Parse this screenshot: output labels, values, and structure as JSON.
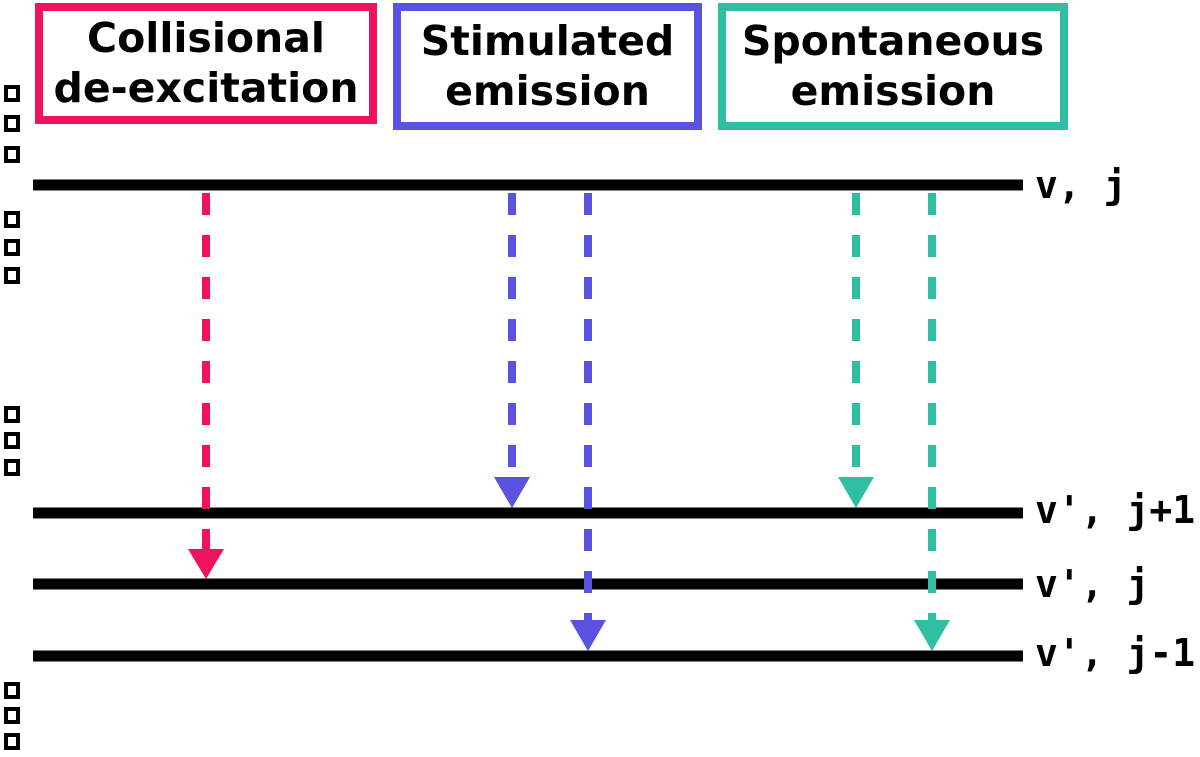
{
  "figure": {
    "type": "energy-level-transition-diagram",
    "process_boxes": [
      {
        "label": "Collisional\nde-excitation",
        "border_color": "#F2115E"
      },
      {
        "label": "Stimulated\nemission",
        "border_color": "#5A52E1"
      },
      {
        "label": "Spontaneous\nemission",
        "border_color": "#2EBFA2"
      }
    ],
    "levels": [
      {
        "label": "v, j",
        "role": "upper level"
      },
      {
        "label": "v', j+1",
        "role": "lower level"
      },
      {
        "label": "v', j",
        "role": "lower level"
      },
      {
        "label": "v', j-1",
        "role": "lower level"
      }
    ],
    "transitions": [
      {
        "process": "Collisional de-excitation",
        "from": "v, j",
        "to": "v', j",
        "color": "#F2115E",
        "style": "dashed-arrow"
      },
      {
        "process": "Stimulated emission",
        "from": "v, j",
        "to": "v', j+1",
        "color": "#5A52E1",
        "style": "dashed-arrow"
      },
      {
        "process": "Stimulated emission",
        "from": "v, j",
        "to": "v', j-1",
        "color": "#5A52E1",
        "style": "dashed-arrow"
      },
      {
        "process": "Spontaneous emission",
        "from": "v, j",
        "to": "v', j+1",
        "color": "#2EBFA2",
        "style": "dashed-arrow"
      },
      {
        "process": "Spontaneous emission",
        "from": "v, j",
        "to": "v', j-1",
        "color": "#2EBFA2",
        "style": "dashed-arrow"
      }
    ],
    "left_margin_glyph_squares": {
      "glyph": "missing-glyph box",
      "groups": [
        3,
        3,
        3,
        3
      ]
    },
    "colors": {
      "level_lines": "#000000",
      "collisional": "#F2115E",
      "stimulated": "#5A52E1",
      "spontaneous": "#2EBFA2",
      "background": "#FFFFFF"
    }
  }
}
